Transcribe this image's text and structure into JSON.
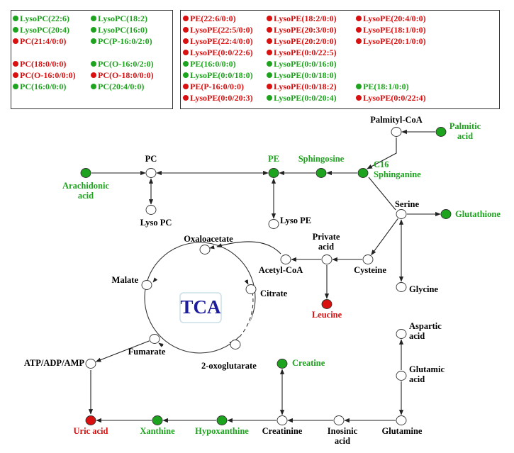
{
  "colors": {
    "up": "#d81010",
    "down": "#1ea31e",
    "none": "#ffffff",
    "text_black": "#000000",
    "tca_text": "#1c1c9c",
    "tca_box": "#c9dfe8"
  },
  "legend_left": [
    {
      "label": "LysoPC(22:6)",
      "status": "down"
    },
    {
      "label": "LysoPC(18:2)",
      "status": "down"
    },
    {
      "label": "LysoPC(20:4)",
      "status": "down"
    },
    {
      "label": "LysoPC(16:0)",
      "status": "down"
    },
    {
      "label": "PC(21:4/0:0)",
      "status": "up"
    },
    {
      "label": "PC(P-16:0/2:0)",
      "status": "down"
    },
    {
      "label": "PC(18:0/0:0)",
      "status": "up"
    },
    {
      "label": "PC(O-16:0/2:0)",
      "status": "down"
    },
    {
      "label": "PC(O-16:0/0:0)",
      "status": "up"
    },
    {
      "label": "PC(O-18:0/0:0)",
      "status": "up"
    },
    {
      "label": "PC(16:0/0:0)",
      "status": "down"
    },
    {
      "label": "PC(20:4/0:0)",
      "status": "down"
    }
  ],
  "legend_right": [
    {
      "label": "PE(22:6/0:0)",
      "status": "up"
    },
    {
      "label": "LysoPE(18:2/0:0)",
      "status": "up"
    },
    {
      "label": "LysoPE(20:4/0:0)",
      "status": "up"
    },
    {
      "label": "LysoPE(22:5/0:0)",
      "status": "up"
    },
    {
      "label": "LysoPE(20:3/0:0)",
      "status": "up"
    },
    {
      "label": "LysoPE(18:1/0:0)",
      "status": "up"
    },
    {
      "label": "LysoPE(22:4/0:0)",
      "status": "up"
    },
    {
      "label": "LysoPE(20:2/0:0)",
      "status": "up"
    },
    {
      "label": "LysoPE(20:1/0:0)",
      "status": "up"
    },
    {
      "label": "LysoPE(0:0/22:6)",
      "status": "up"
    },
    {
      "label": "LysoPE(0:0/22:5)",
      "status": "up"
    },
    {
      "label": "PE(16:0/0:0)",
      "status": "down"
    },
    {
      "label": "LysoPE(0:0/16:0)",
      "status": "down"
    },
    {
      "label": "LysoPE(0:0/18:0)",
      "status": "down"
    },
    {
      "label": "LysoPE(0:0/18:0)",
      "status": "down"
    },
    {
      "label": "PE(P-16:0/0:0)",
      "status": "up"
    },
    {
      "label": "LysoPE(0:0/18:2)",
      "status": "up"
    },
    {
      "label": "PE(18:1/0:0)",
      "status": "down"
    },
    {
      "label": "LysoPE(0:0/20:3)",
      "status": "up"
    },
    {
      "label": "LysoPE(0:0/20:4)",
      "status": "down"
    },
    {
      "label": "LysoPE(0:0/22:4)",
      "status": "up"
    }
  ],
  "tca_label": "TCA",
  "nodes": [
    {
      "id": "arachidonic",
      "label": "Arachidonic acid",
      "status": "down"
    },
    {
      "id": "pc",
      "label": "PC",
      "status": "none"
    },
    {
      "id": "lysopc",
      "label": "Lyso PC",
      "status": "none"
    },
    {
      "id": "pe",
      "label": "PE",
      "status": "down"
    },
    {
      "id": "lysope",
      "label": "Lyso PE",
      "status": "none"
    },
    {
      "id": "sphingosine",
      "label": "Sphingosine",
      "status": "down"
    },
    {
      "id": "sphinganine",
      "label": "C16 Sphinganine",
      "status": "down"
    },
    {
      "id": "palmitylcoa",
      "label": "Palmityl-CoA",
      "status": "none"
    },
    {
      "id": "palmitic",
      "label": "Palmitic acid",
      "status": "down"
    },
    {
      "id": "serine",
      "label": "Serine",
      "status": "none"
    },
    {
      "id": "glutathione",
      "label": "Glutathione",
      "status": "down"
    },
    {
      "id": "cysteine",
      "label": "Cysteine",
      "status": "none"
    },
    {
      "id": "private",
      "label": "Private acid",
      "status": "none"
    },
    {
      "id": "leucine",
      "label": "Leucine",
      "status": "up"
    },
    {
      "id": "acetylcoa",
      "label": "Acetyl-CoA",
      "status": "none"
    },
    {
      "id": "oxaloacetate",
      "label": "Oxaloacetate",
      "status": "none"
    },
    {
      "id": "citrate",
      "label": "Citrate",
      "status": "none"
    },
    {
      "id": "oxoglutarate",
      "label": "2-oxoglutarate",
      "status": "none"
    },
    {
      "id": "fumarate",
      "label": "Fumarate",
      "status": "none"
    },
    {
      "id": "malate",
      "label": "Malate",
      "status": "none"
    },
    {
      "id": "glycine",
      "label": "Glycine",
      "status": "none"
    },
    {
      "id": "aspartic",
      "label": "Aspartic acid",
      "status": "none"
    },
    {
      "id": "glutamic",
      "label": "Glutamic acid",
      "status": "none"
    },
    {
      "id": "glutamine",
      "label": "Glutamine",
      "status": "none"
    },
    {
      "id": "inosinic",
      "label": "Inosinic acid",
      "status": "none"
    },
    {
      "id": "creatinine",
      "label": "Creatinine",
      "status": "none"
    },
    {
      "id": "creatine",
      "label": "Creatine",
      "status": "down"
    },
    {
      "id": "hypoxanthine",
      "label": "Hypoxanthine",
      "status": "down"
    },
    {
      "id": "xanthine",
      "label": "Xanthine",
      "status": "down"
    },
    {
      "id": "uricacid",
      "label": "Uric acid",
      "status": "up"
    },
    {
      "id": "atp",
      "label": "ATP/ADP/AMP",
      "status": "none"
    }
  ]
}
